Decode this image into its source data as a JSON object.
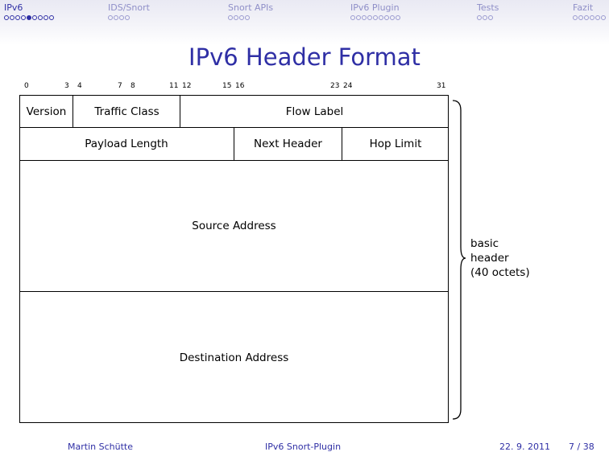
{
  "nav": {
    "sections": [
      {
        "title": "IPv6",
        "dots": 9,
        "filled": 4,
        "active": true
      },
      {
        "title": "IDS/Snort",
        "dots": 4,
        "filled": -1,
        "active": false
      },
      {
        "title": "Snort APIs",
        "dots": 4,
        "filled": -1,
        "active": false
      },
      {
        "title": "IPv6 Plugin",
        "dots": 9,
        "filled": -1,
        "active": false
      },
      {
        "title": "Tests",
        "dots": 3,
        "filled": -1,
        "active": false
      },
      {
        "title": "Fazit",
        "dots": 6,
        "filled": -1,
        "active": false
      }
    ]
  },
  "title": "IPv6 Header Format",
  "bit_numbers": [
    "0",
    "3",
    "4",
    "7",
    "8",
    "11",
    "12",
    "15",
    "16",
    "23",
    "24",
    "31"
  ],
  "fields": {
    "version": "Version",
    "traffic_class": "Traffic Class",
    "flow_label": "Flow Label",
    "payload_length": "Payload Length",
    "next_header": "Next Header",
    "hop_limit": "Hop Limit",
    "source_address": "Source Address",
    "destination_address": "Destination Address"
  },
  "brace_label": [
    "basic",
    "header",
    "(40 octets)"
  ],
  "footer": {
    "author": "Martin Schütte",
    "talk": "IPv6 Snort-Plugin",
    "date": "22. 9. 2011",
    "page": "7 / 38"
  }
}
